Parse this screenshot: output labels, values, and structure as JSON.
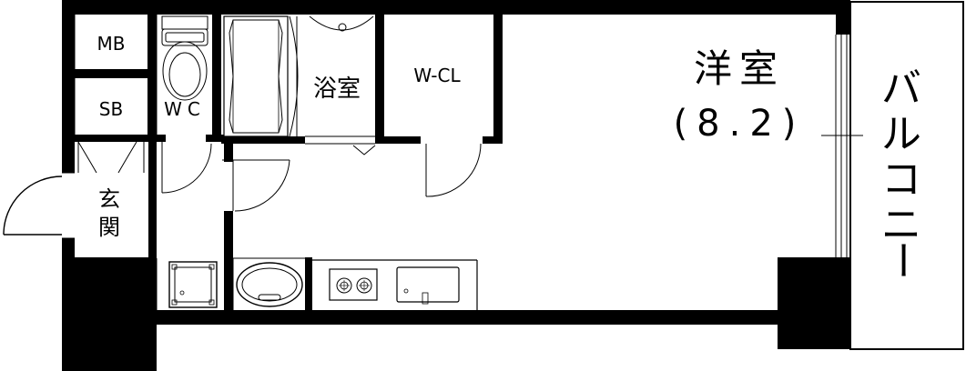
{
  "floor_plan": {
    "rooms": {
      "mb": "MB",
      "sb": "SB",
      "wc": "WC",
      "bath": "浴室",
      "walk_in_closet": "W-CL",
      "western_room": "洋室",
      "western_room_size": "(8.2)",
      "entrance_char1": "玄",
      "entrance_char2": "関",
      "balcony_chars": [
        "バ",
        "ル",
        "コ",
        "ニ",
        "ー"
      ]
    },
    "colors": {
      "wall": "#000000",
      "background": "#ffffff"
    }
  }
}
